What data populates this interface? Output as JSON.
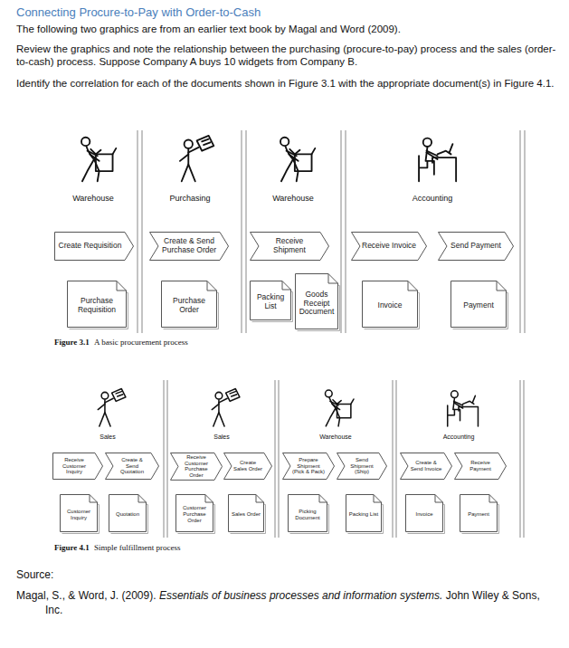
{
  "diagram": {
    "title": "Connecting Procure-to-Pay with Order-to-Cash",
    "nodes": [
      {
        "text": [
          "Create Requisition"
        ]
      },
      {
        "text": [
          "Create & Send Purchase Order"
        ]
      },
      {
        "text": [
          "Receive Shipment"
        ]
      },
      {
        "text": [
          "Receive Invoice"
        ]
      },
      {
        "text": [
          "Send Payment"
        ]
      },
      {
        "text": [
          "Purchase Requisition"
        ]
      },
      {
        "text": [
          "Purchase Order"
        ]
      },
      {
        "text": [
          "Packing List"
        ]
      },
      {
        "text": [
          "Goods Receipt Document"
        ]
      },
      {
        "text": [
          "Invoice"
        ]
      },
      {
        "text": [
          "Payment"
        ]
      },
      {
        "text": [
          "Receive Customer Inquiry"
        ]
      },
      {
        "text": [
          "Create & Send Quotation"
        ]
      },
      {
        "text": [
          "Receive Customer Purchase Order"
        ]
      },
      {
        "text": [
          "Create Sales Order"
        ]
      },
      {
        "text": [
          "Prepare Shipment (Pick & Pack)"
        ]
      },
      {
        "text": [
          "Send Shipment (Ship)"
        ]
      },
      {
        "text": [
          "Create & Send Invoice"
        ]
      },
      {
        "text": [
          "Receive Payment"
        ]
      },
      {
        "text": [
          "Customer Inquiry"
        ]
      },
      {
        "text": [
          "Quotation"
        ]
      },
      {
        "text": [
          "Customer Purchase Order"
        ]
      },
      {
        "text": [
          "Sales Order"
        ]
      },
      {
        "text": [
          "Picking Document"
        ]
      },
      {
        "text": [
          "Packing List"
        ]
      },
      {
        "text": [
          "Invoice"
        ]
      },
      {
        "text": [
          "Payment"
        ]
      }
    ],
    "labels": [
      "The following two graphics are from an earlier text book by Magal and Word (2009).",
      "Review the graphics and note the relationship between the purchasing (procure-to-pay) process and the sales (order-to-cash) process. Suppose Company A buys 10 widgets from Company B.",
      "Identify the correlation for each of the documents shown in Figure 3.1 with the appropriate document(s) in Figure 4.1.",
      "Warehouse",
      "Purchasing",
      "Warehouse",
      "Accounting",
      "Figure 3.1",
      "A basic procurement process",
      "Sales",
      "Sales",
      "Warehouse",
      "Accounting",
      "Figure 4.1",
      "Simple fulfillment process",
      "Source:",
      "Magal, S., & Word, J. (2009).",
      "Essentials of business processes and information systems.",
      "John Wiley & Sons, Inc."
    ]
  }
}
